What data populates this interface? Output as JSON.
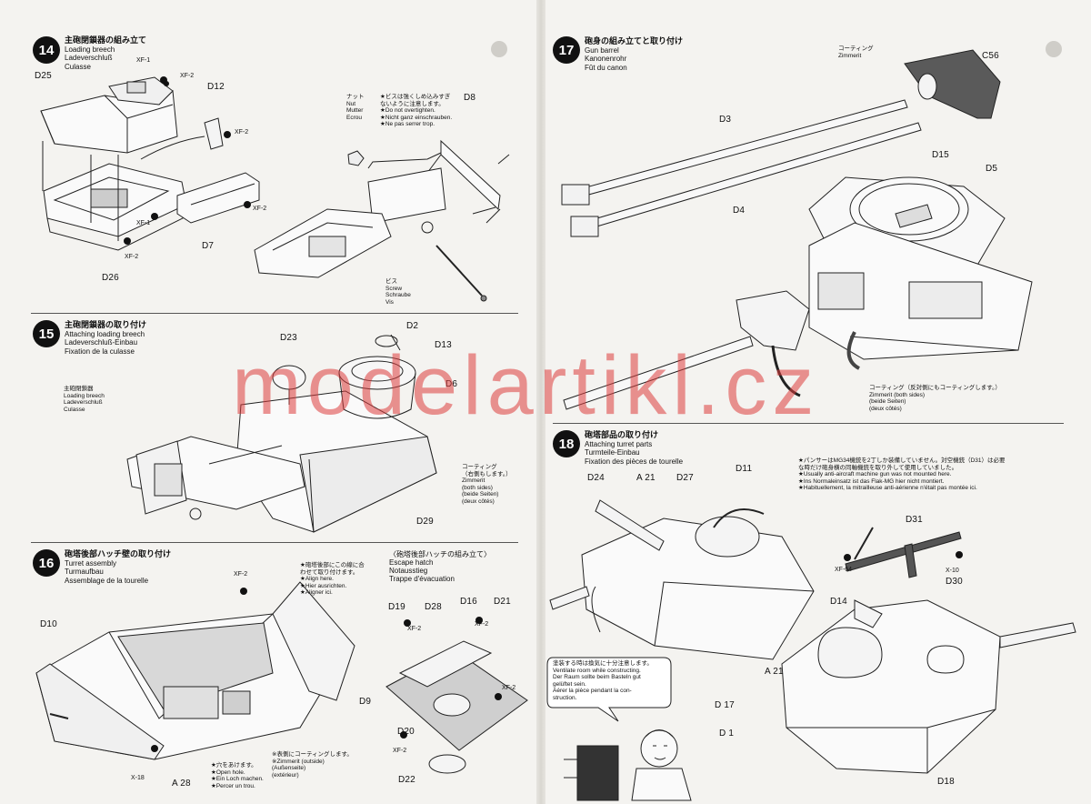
{
  "watermark": "modelartikl.cz",
  "steps": {
    "s14": {
      "number": "14",
      "title_jp": "主砲閉鎖器の組み立て",
      "title_en": "Loading breech",
      "title_de": "Ladeverschluß",
      "title_fr": "Culasse",
      "labels": {
        "d25": "D25",
        "d12": "D12",
        "d26": "D26",
        "d7": "D7",
        "d8": "D8"
      },
      "paints": {
        "xf1a": "XF-1",
        "xf2a": "XF-2",
        "xf2b": "XF-2",
        "xf1b": "XF-1",
        "xf2c": "XF-2",
        "xf2d": "XF-2"
      },
      "nut": {
        "jp": "ナット",
        "en": "Nut",
        "de": "Mutter",
        "fr": "Ecrou"
      },
      "nut_note": {
        "jp1": "★ビスは強くしめ込みすぎ",
        "jp2": "ないように注意します。",
        "en": "★Do not overtighten.",
        "de": "★Nicht ganz einschrauben.",
        "fr": "★Ne pas serrer trop."
      },
      "screw": {
        "jp": "ビス",
        "en": "Screw",
        "de": "Schraube",
        "fr": "Vis"
      }
    },
    "s15": {
      "number": "15",
      "title_jp": "主砲閉鎖器の取り付け",
      "title_en": "Attaching loading breech",
      "title_de": "Ladeverschluß-Einbau",
      "title_fr": "Fixation de la culasse",
      "breech": {
        "jp": "主砲閉鎖器",
        "en": "Loading breech",
        "de": "Ladeverschluß",
        "fr": "Culasse"
      },
      "labels": {
        "d23": "D23",
        "d2": "D2",
        "d13": "D13",
        "d6": "D6",
        "d29": "D29"
      },
      "coating": {
        "jp1": "コーティング",
        "jp2": "（右側もします。）",
        "de": "Zimmerit",
        "en": "(both sides)",
        "de2": "(beide Seiten)",
        "fr": "(deux côtés)"
      }
    },
    "s16": {
      "number": "16",
      "title_jp": "砲塔後部ハッチ壁の取り付け",
      "title_en": "Turret assembly",
      "title_de": "Turmaufbau",
      "title_fr": "Assemblage de la tourelle",
      "labels": {
        "d10": "D10",
        "a28": "A 28",
        "d9": "D9",
        "d19": "D19",
        "d28": "D28",
        "d16": "D16",
        "d21": "D21",
        "d20": "D20",
        "d22": "D22"
      },
      "paints": {
        "xf2a": "XF-2",
        "x18": "X-18",
        "xf2b": "XF-2",
        "xf2c": "XF-2",
        "xf2d": "XF-2",
        "xf2e": "XF-2"
      },
      "align": {
        "jp1": "★砲塔後部にこの線に合",
        "jp2": "わせて取り付けます。",
        "en": "★Align here.",
        "de": "★Hier ausrichten.",
        "fr": "★Aligner ici."
      },
      "hatch": {
        "jp": "〈砲塔後部ハッチの組み立て〉",
        "en": "Escape hatch",
        "de": "Notausstieg",
        "fr": "Trappe d'évacuation"
      },
      "hole": {
        "jp": "★穴をあけます。",
        "en": "★Open hole.",
        "de": "★Ein Loch machen.",
        "fr": "★Percer un trou."
      },
      "zim": {
        "jp": "※表側にコーティングします。",
        "de": "※Zimmerit (outside)",
        "en": "(Außenseite)",
        "fr": "(extérieur)"
      }
    },
    "s17": {
      "number": "17",
      "title_jp": "砲身の組み立てと取り付け",
      "title_en": "Gun barrel",
      "title_de": "Kanonenrohr",
      "title_fr": "Fût du canon",
      "labels": {
        "c56": "C56",
        "d3": "D3",
        "d4": "D4",
        "d15": "D15",
        "d5": "D5"
      },
      "coat_top": {
        "jp": "コーティング",
        "de": "Zimmerit"
      },
      "coat_bottom": {
        "jp": "コーティング（反対側にもコーティングします。）",
        "de": "Zimmerit (both sides)",
        "de2": "(beide Seiten)",
        "fr": "(deux côtés)"
      }
    },
    "s18": {
      "number": "18",
      "title_jp": "砲塔部品の取り付け",
      "title_en": "Attaching turret parts",
      "title_de": "Turmteile-Einbau",
      "title_fr": "Fixation des pièces de tourelle",
      "labels": {
        "d24": "D24",
        "a21a": "A 21",
        "d27": "D27",
        "d11": "D11",
        "d31": "D31",
        "d30": "D30",
        "d14": "D14",
        "a21b": "A 21",
        "d17": "D 17",
        "d1": "D 1",
        "d18": "D18"
      },
      "paints": {
        "xf64": "XF-64",
        "x10": "X-10"
      },
      "mg_note": {
        "jp1": "★パンサーはMG34機銃を2丁しか装備していません。対空機銃（D31）は必要",
        "jp2": "な時だけ砲身横の同軸機銃を取り外して使用していました。",
        "en": "★Usually anti-aircraft machine gun was not mounted here.",
        "de": "★Ins Normaleinsatz ist das Flak-MG hier nicht montiert.",
        "fr": "★Habituellement, la mitrailleuse anti-aérienne n'était pas montée ici."
      },
      "vent": {
        "jp": "塗装する時は換気に十分注意します。",
        "en1": "Ventilate room while constructing.",
        "de1": "Der Raum sollte beim Basteln gut",
        "de2": "gelüftet sein.",
        "fr1": "Aérer la pièce pendant la con-",
        "fr2": "struction."
      }
    }
  }
}
